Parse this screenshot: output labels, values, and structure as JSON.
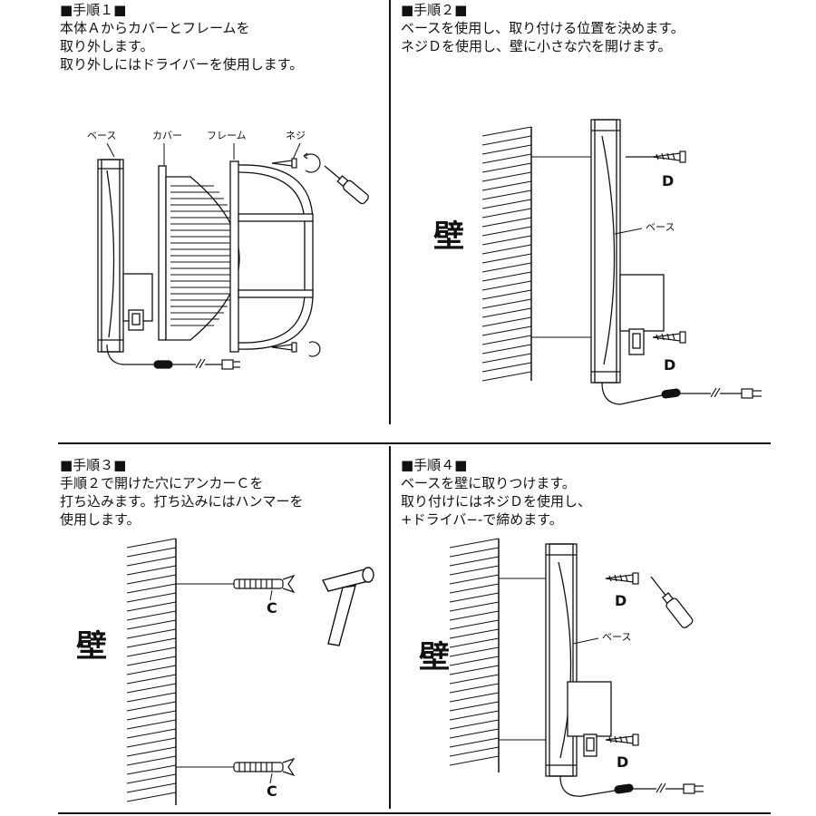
{
  "step1": {
    "title": "■手順１■",
    "lines": [
      "本体Ａからカバーとフレームを",
      "取り外します。",
      "取り外しにはドライバーを使用します。"
    ],
    "labels": {
      "base": "ベース",
      "cover": "カバー",
      "frame": "フレーム",
      "screw": "ネジ"
    }
  },
  "step2": {
    "title": "■手順２■",
    "lines": [
      "ベースを使用し、取り付ける位置を決めます。",
      "ネジＤを使用し、壁に小さな穴を開けます。"
    ],
    "labels": {
      "wall": "壁",
      "base": "ベース",
      "d_top": "D",
      "d_bottom": "D"
    }
  },
  "step3": {
    "title": "■手順３■",
    "lines": [
      "手順２で開けた穴にアンカーＣを",
      "打ち込みます。打ち込みにはハンマーを",
      "使用します。"
    ],
    "labels": {
      "wall": "壁",
      "c_top": "C",
      "c_bottom": "C"
    }
  },
  "step4": {
    "title": "■手順４■",
    "lines": [
      "ベースを壁に取りつけます。",
      "取り付けにはネジＤを使用し、",
      "+ドライバ−-で締めます。"
    ],
    "labels": {
      "wall": "壁",
      "base": "ベース",
      "d_top": "D",
      "d_bottom": "D"
    }
  }
}
